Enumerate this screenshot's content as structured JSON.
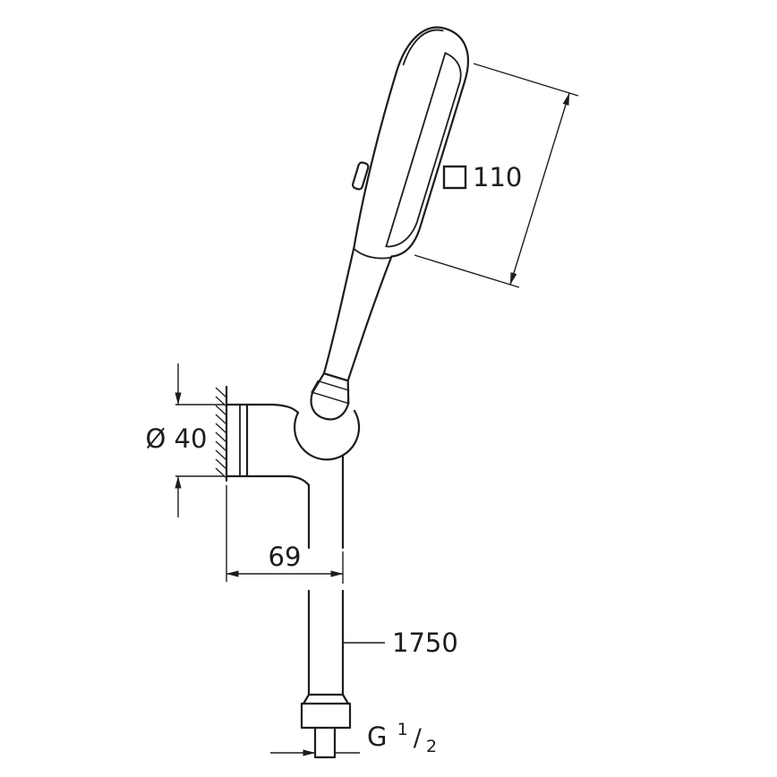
{
  "page": {
    "background": "#ffffff",
    "line_color": "#1d1d1b",
    "description": "Technical dimension drawing of a hand shower on a wall holder with shower hose"
  },
  "labels": {
    "head_face": {
      "symbol": "square-outline",
      "value": "110"
    },
    "holder_diameter": {
      "value": "Ø 40"
    },
    "wall_offset": {
      "value": "69"
    },
    "hose_length": {
      "value": "1750"
    },
    "thread": {
      "prefix": "G",
      "numerator": "1",
      "slash": "/",
      "denominator": "2"
    }
  }
}
